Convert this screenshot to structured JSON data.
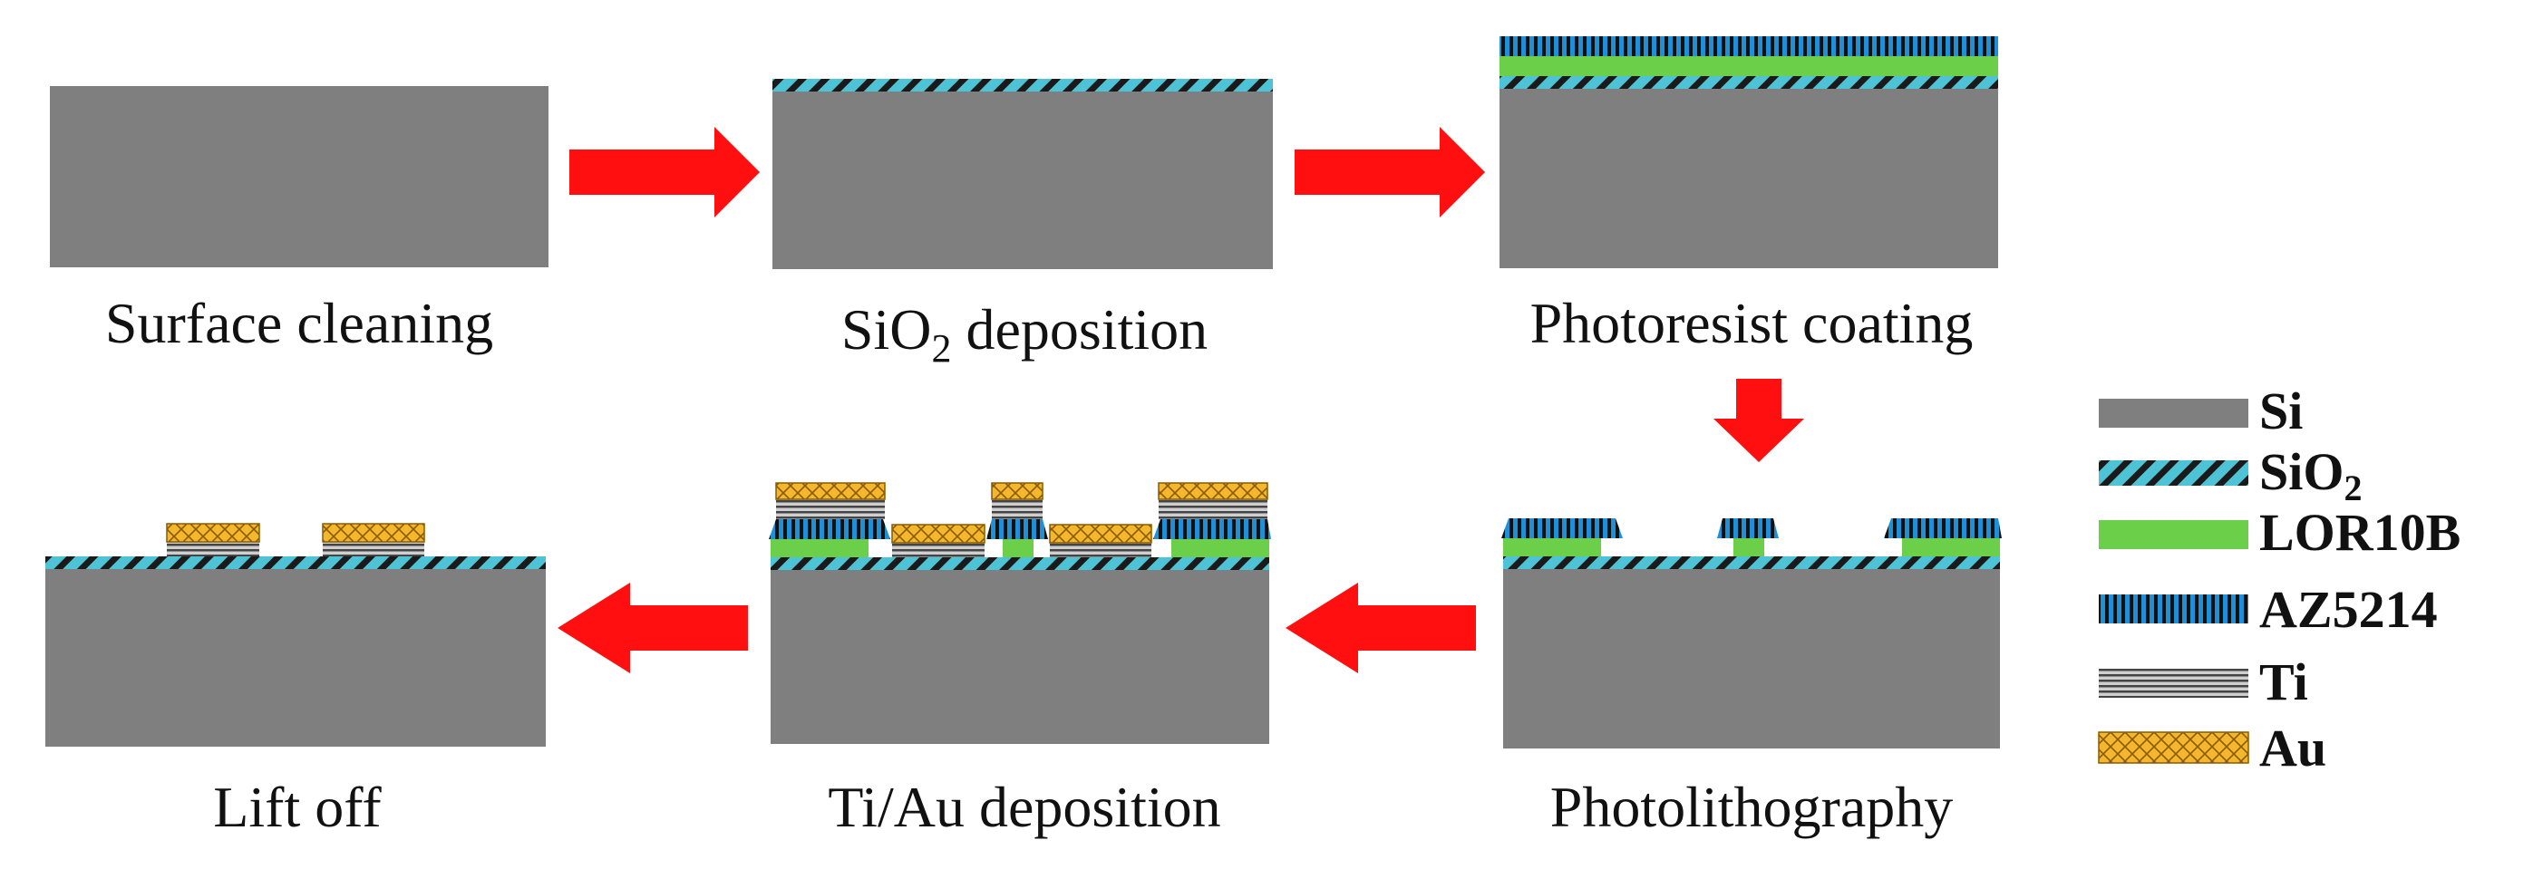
{
  "steps": [
    {
      "base": "Surface cleaning",
      "sub": "",
      "tail": ""
    },
    {
      "base": "SiO",
      "sub": "2",
      "tail": " deposition"
    },
    {
      "base": "Photoresist coating",
      "sub": "",
      "tail": ""
    },
    {
      "base": "Photolithography",
      "sub": "",
      "tail": ""
    },
    {
      "base": "Ti/Au deposition",
      "sub": "",
      "tail": ""
    },
    {
      "base": "Lift off",
      "sub": "",
      "tail": ""
    }
  ],
  "legend": [
    {
      "base": "Si",
      "sub": "",
      "material": "si"
    },
    {
      "base": "SiO",
      "sub": "2",
      "material": "sio2"
    },
    {
      "base": "LOR10B",
      "sub": "",
      "material": "lor"
    },
    {
      "base": "AZ5214",
      "sub": "",
      "material": "az"
    },
    {
      "base": "Ti",
      "sub": "",
      "material": "ti"
    },
    {
      "base": "Au",
      "sub": "",
      "material": "au"
    }
  ],
  "colors": {
    "si": "#7f7f7f",
    "sio2_a": "#4fc3d6",
    "sio2_b": "#1a1a1a",
    "lor": "#6ccf4a",
    "az_a": "#1e90d8",
    "az_b": "#111111",
    "ti_a": "#cfcfcf",
    "ti_b": "#444444",
    "au": "#f2b72c",
    "au_line": "#8a5a00",
    "arrow": "#ff0f0f"
  }
}
